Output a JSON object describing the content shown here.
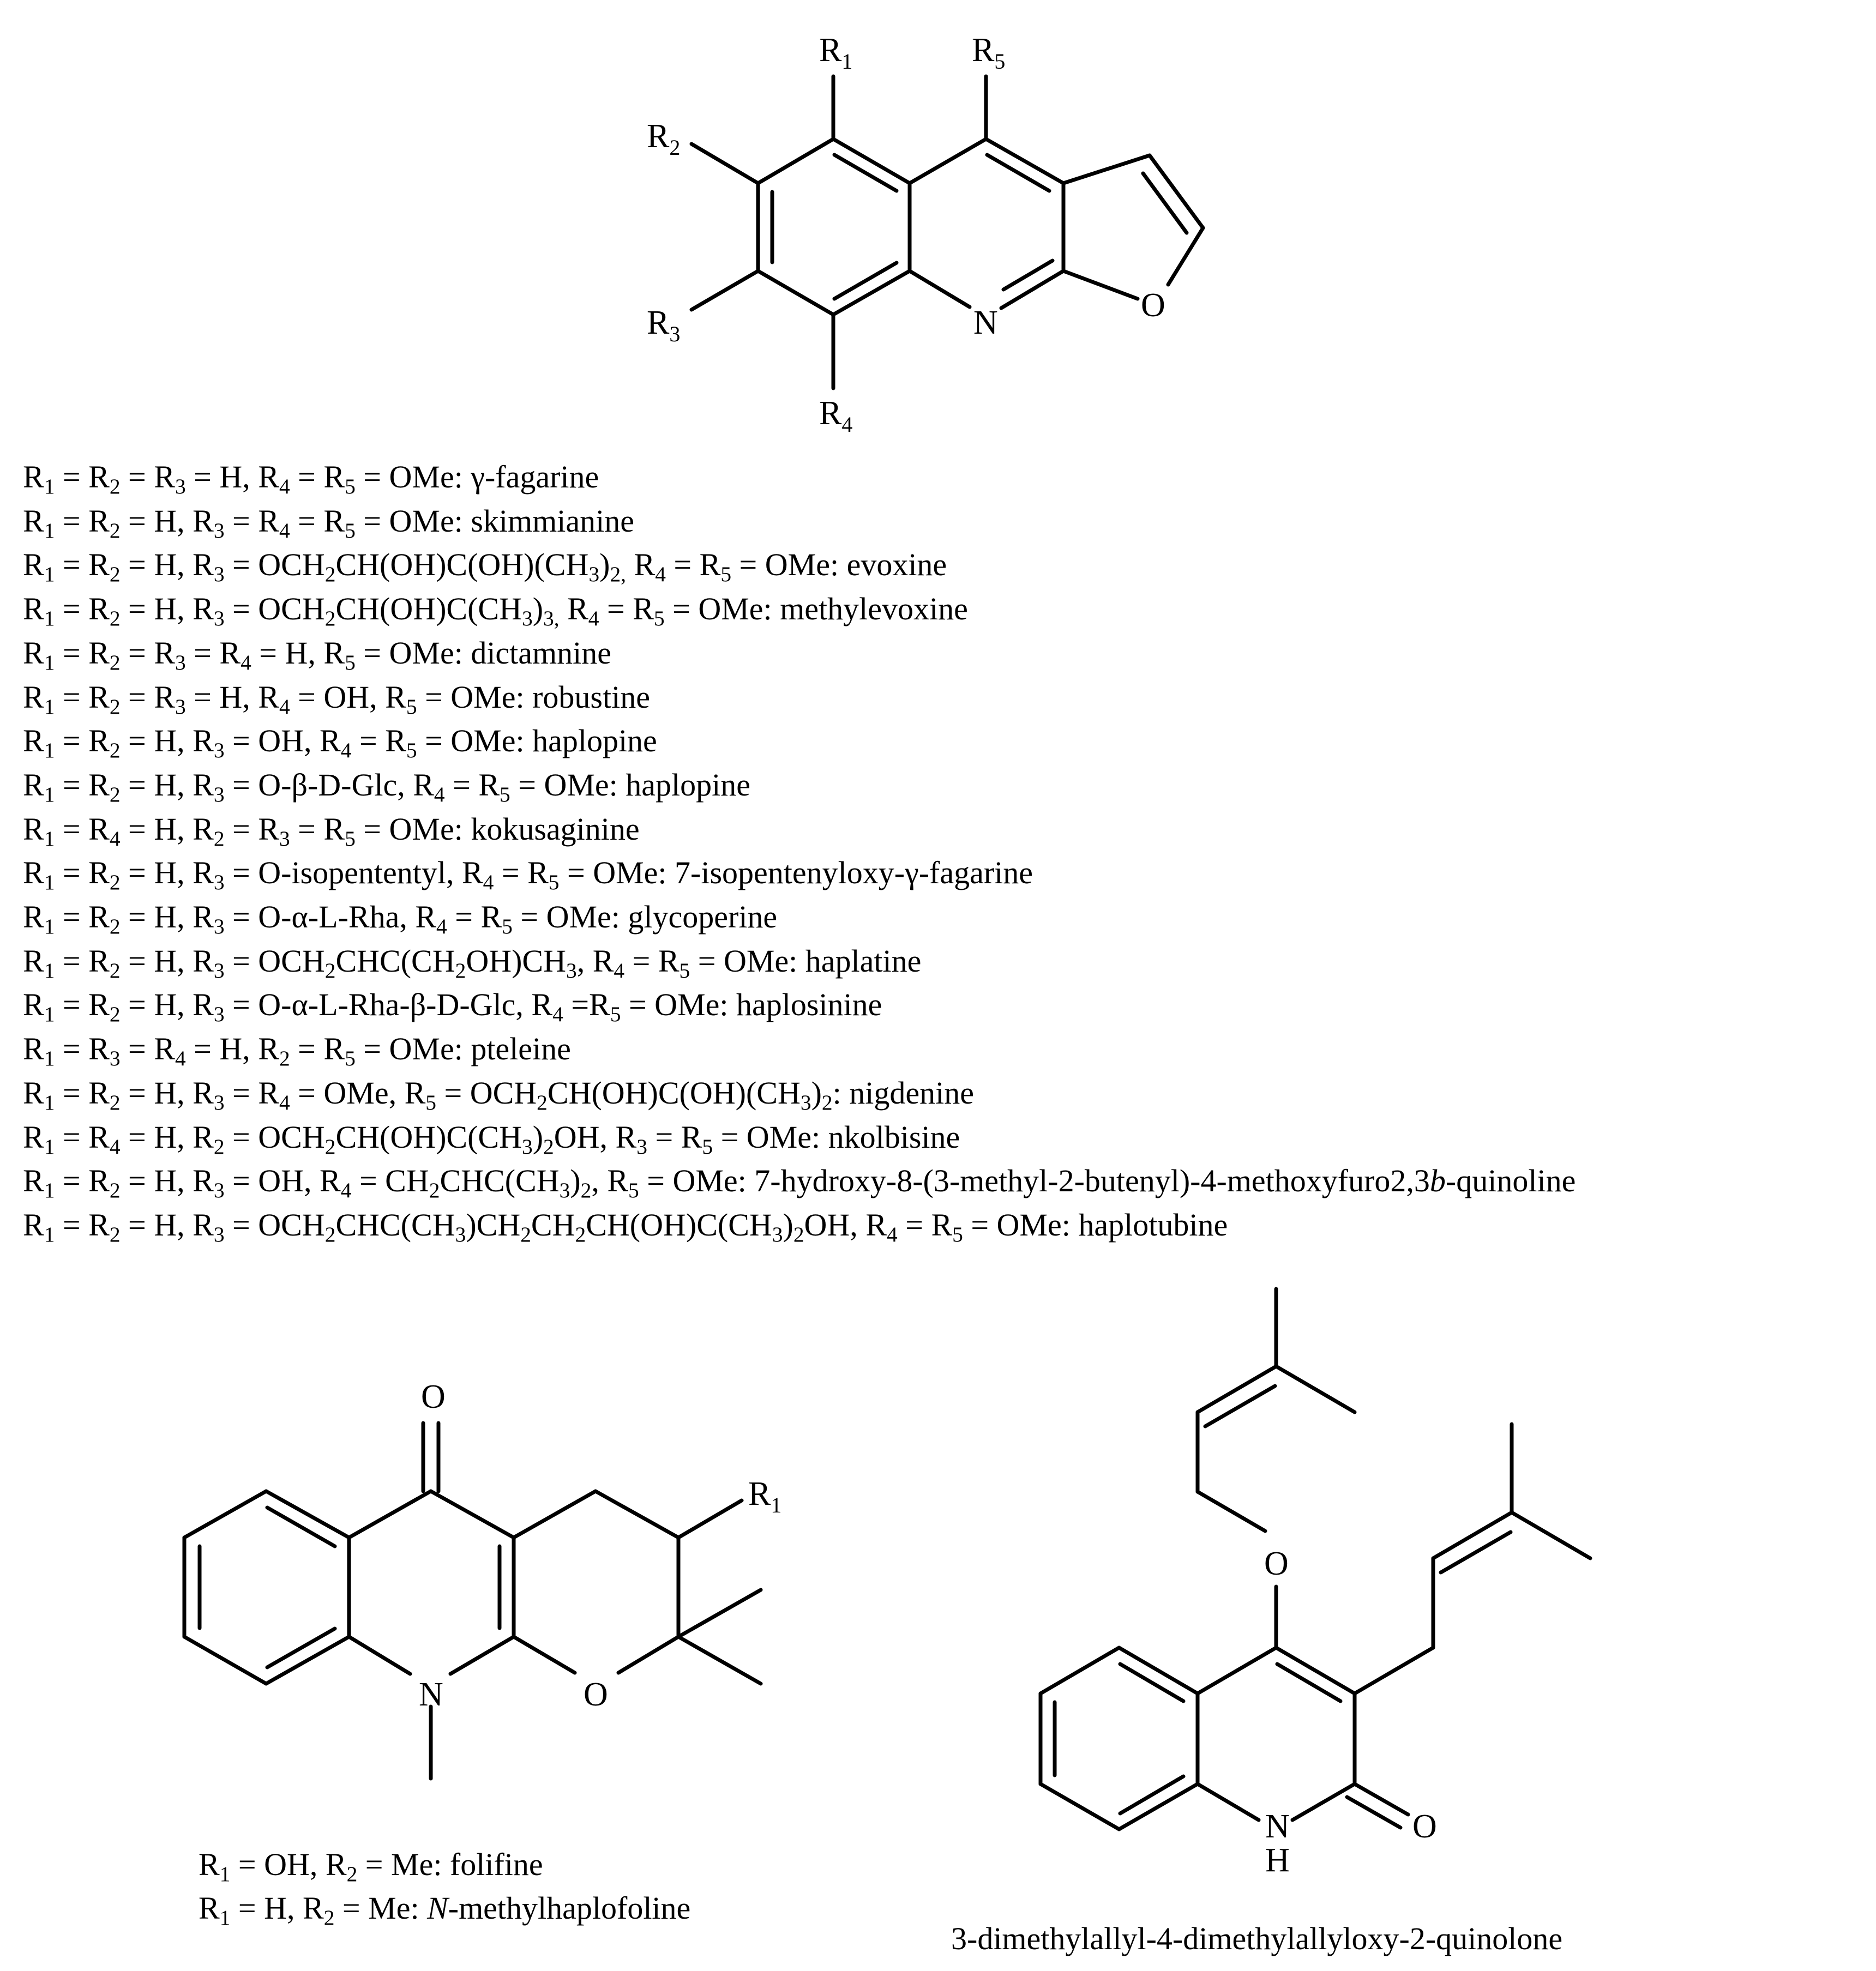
{
  "top_structure": {
    "substituents": [
      "R1",
      "R2",
      "R3",
      "R4",
      "R5"
    ],
    "ring_atoms": [
      "N",
      "O"
    ]
  },
  "legend_rows": [
    [
      [
        "R",
        "1"
      ],
      " = ",
      [
        "R",
        "2"
      ],
      " = ",
      [
        "R",
        "3"
      ],
      " = H, ",
      [
        "R",
        "4"
      ],
      " = ",
      [
        "R",
        "5"
      ],
      " = OMe: γ-fagarine"
    ],
    [
      [
        "R",
        "1"
      ],
      " = ",
      [
        "R",
        "2"
      ],
      " = H, ",
      [
        "R",
        "3"
      ],
      " = ",
      [
        "R",
        "4"
      ],
      " = ",
      [
        "R",
        "5"
      ],
      " = OMe: skimmianine"
    ],
    [
      [
        "R",
        "1"
      ],
      " = ",
      [
        "R",
        "2"
      ],
      " = H, ",
      [
        "R",
        "3"
      ],
      " = OCH",
      [
        "",
        "2"
      ],
      "CH(OH)C(OH)(CH",
      [
        "",
        "3"
      ],
      ")",
      [
        "",
        "2,"
      ],
      " ",
      [
        "R",
        "4"
      ],
      " = ",
      [
        "R",
        "5"
      ],
      " = OMe: evoxine"
    ],
    [
      [
        "R",
        "1"
      ],
      " = ",
      [
        "R",
        "2"
      ],
      " = H, ",
      [
        "R",
        "3"
      ],
      " = OCH",
      [
        "",
        "2"
      ],
      "CH(OH)C(CH",
      [
        "",
        "3"
      ],
      ")",
      [
        "",
        "3,"
      ],
      " ",
      [
        "R",
        "4"
      ],
      " = ",
      [
        "R",
        "5"
      ],
      " = OMe: methylevoxine"
    ],
    [
      [
        "R",
        "1"
      ],
      " = ",
      [
        "R",
        "2"
      ],
      " = ",
      [
        "R",
        "3"
      ],
      " = ",
      [
        "R",
        "4"
      ],
      " = H, ",
      [
        "R",
        "5"
      ],
      " = OMe: dictamnine"
    ],
    [
      [
        "R",
        "1"
      ],
      " = ",
      [
        "R",
        "2"
      ],
      " = ",
      [
        "R",
        "3"
      ],
      " = H, ",
      [
        "R",
        "4"
      ],
      " = OH, ",
      [
        "R",
        "5"
      ],
      " = OMe: robustine"
    ],
    [
      [
        "R",
        "1"
      ],
      " = ",
      [
        "R",
        "2"
      ],
      " = H, ",
      [
        "R",
        "3"
      ],
      " = OH, ",
      [
        "R",
        "4"
      ],
      " = ",
      [
        "R",
        "5"
      ],
      " = OMe: haplopine"
    ],
    [
      [
        "R",
        "1"
      ],
      " = ",
      [
        "R",
        "2"
      ],
      " = H, ",
      [
        "R",
        "3"
      ],
      " = O-β-D-Glc, ",
      [
        "R",
        "4"
      ],
      " = ",
      [
        "R",
        "5"
      ],
      " = OMe: haplopine"
    ],
    [
      [
        "R",
        "1"
      ],
      " = ",
      [
        "R",
        "4"
      ],
      " = H, ",
      [
        "R",
        "2"
      ],
      " = ",
      [
        "R",
        "3"
      ],
      " = ",
      [
        "R",
        "5"
      ],
      " = OMe: kokusaginine"
    ],
    [
      [
        "R",
        "1"
      ],
      " = ",
      [
        "R",
        "2"
      ],
      " = H, ",
      [
        "R",
        "3"
      ],
      " = O-isopententyl, ",
      [
        "R",
        "4"
      ],
      " = ",
      [
        "R",
        "5"
      ],
      " = OMe: 7-isopentenyloxy-γ-fagarine"
    ],
    [
      [
        "R",
        "1"
      ],
      " = ",
      [
        "R",
        "2"
      ],
      " = H, ",
      [
        "R",
        "3"
      ],
      " = O-α-L-Rha, ",
      [
        "R",
        "4"
      ],
      " = ",
      [
        "R",
        "5"
      ],
      " = OMe: glycoperine"
    ],
    [
      [
        "R",
        "1"
      ],
      " = ",
      [
        "R",
        "2"
      ],
      " = H, ",
      [
        "R",
        "3"
      ],
      " = OCH",
      [
        "",
        "2"
      ],
      "CHC(CH",
      [
        "",
        "2"
      ],
      "OH)CH",
      [
        "",
        "3"
      ],
      ", ",
      [
        "R",
        "4"
      ],
      " = ",
      [
        "R",
        "5"
      ],
      " = OMe: haplatine"
    ],
    [
      [
        "R",
        "1"
      ],
      " = ",
      [
        "R",
        "2"
      ],
      " = H, ",
      [
        "R",
        "3"
      ],
      " = O-α-L-Rha-β-D-Glc, ",
      [
        "R",
        "4"
      ],
      " =",
      [
        "R",
        "5"
      ],
      " =  OMe: haplosinine"
    ],
    [
      [
        "R",
        "1"
      ],
      " = ",
      [
        "R",
        "3"
      ],
      " = ",
      [
        "R",
        "4"
      ],
      " = H, ",
      [
        "R",
        "2"
      ],
      " = ",
      [
        "R",
        "5"
      ],
      " = OMe: pteleine"
    ],
    [
      [
        "R",
        "1"
      ],
      " = ",
      [
        "R",
        "2"
      ],
      " = H, ",
      [
        "R",
        "3"
      ],
      " = ",
      [
        "R",
        "4"
      ],
      " = OMe, ",
      [
        "R",
        "5"
      ],
      " = OCH",
      [
        "",
        "2"
      ],
      "CH(OH)C(OH)(CH",
      [
        "",
        "3"
      ],
      ")",
      [
        "",
        "2"
      ],
      ": nigdenine"
    ],
    [
      [
        "R",
        "1"
      ],
      " = ",
      [
        "R",
        "4"
      ],
      " = H, ",
      [
        "R",
        "2"
      ],
      " = OCH",
      [
        "",
        "2"
      ],
      "CH(OH)C(CH",
      [
        "",
        "3"
      ],
      ")",
      [
        "",
        "2"
      ],
      "OH, ",
      [
        "R",
        "3"
      ],
      " = ",
      [
        "R",
        "5"
      ],
      " = OMe: nkolbisine"
    ],
    [
      [
        "R",
        "1"
      ],
      " = ",
      [
        "R",
        "2"
      ],
      " = H, ",
      [
        "R",
        "3"
      ],
      " = OH, ",
      [
        "R",
        "4"
      ],
      " = CH",
      [
        "",
        "2"
      ],
      "CHC(CH",
      [
        "",
        "3"
      ],
      ")",
      [
        "",
        "2"
      ],
      ", ",
      [
        "R",
        "5"
      ],
      " = OMe: 7-hydroxy-8-(3-methyl-2-butenyl)-4-methoxyfuro2,3",
      [
        "i",
        "b"
      ],
      "-quinoline"
    ],
    [
      [
        "R",
        "1"
      ],
      " = ",
      [
        "R",
        "2"
      ],
      " = H, ",
      [
        "R",
        "3"
      ],
      " = OCH",
      [
        "",
        "2"
      ],
      "CHC(CH",
      [
        "",
        "3"
      ],
      ")CH",
      [
        "",
        "2"
      ],
      "CH",
      [
        "",
        "2"
      ],
      "CH(OH)C(CH",
      [
        "",
        "3"
      ],
      ")",
      [
        "",
        "2"
      ],
      "OH, ",
      [
        "R",
        "4"
      ],
      " = ",
      [
        "R",
        "5"
      ],
      " = OMe: haplotubine"
    ]
  ],
  "bottom_left": {
    "atoms": {
      "carbonyl_o": "O",
      "ring_n": "N",
      "ring_o": "O"
    },
    "substituent": "R1",
    "captions": [
      [
        [
          "R",
          "1"
        ],
        " = OH, ",
        [
          "R",
          "2"
        ],
        " = Me: folifine"
      ],
      [
        [
          "R",
          "1"
        ],
        " = H, ",
        [
          "R",
          "2"
        ],
        " = Me: ",
        [
          "i",
          "N"
        ],
        "-methylhaplofoline"
      ]
    ]
  },
  "bottom_right": {
    "atoms": {
      "ether_o": "O",
      "carbonyl_o": "O",
      "ring_n": "N",
      "ring_h": "H"
    },
    "caption": "3-dimethylallyl-4-dimethylallyloxy-2-quinolone"
  }
}
